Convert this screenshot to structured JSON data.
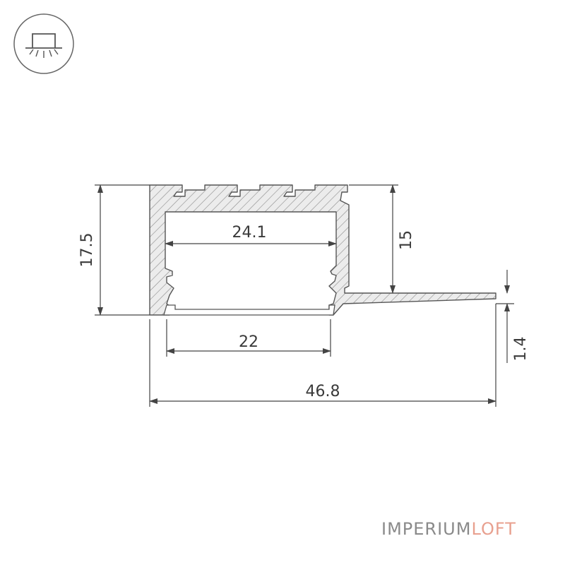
{
  "icon": {
    "name": "ceiling-recessed-light-icon"
  },
  "dimensions": {
    "total_height": "17.5",
    "inner_width": "24.1",
    "cavity_height": "15",
    "diffuser_width": "22",
    "flange_thickness": "1.4",
    "total_width": "46.8"
  },
  "brand": {
    "part1": "IMPERIUM",
    "part2": "LOFT"
  },
  "colors": {
    "line": "#555555",
    "profile_fill": "#ececec",
    "hatch": "#8c8c8c",
    "brand_gray": "#8a8a8a",
    "brand_accent": "#e8a08f"
  }
}
